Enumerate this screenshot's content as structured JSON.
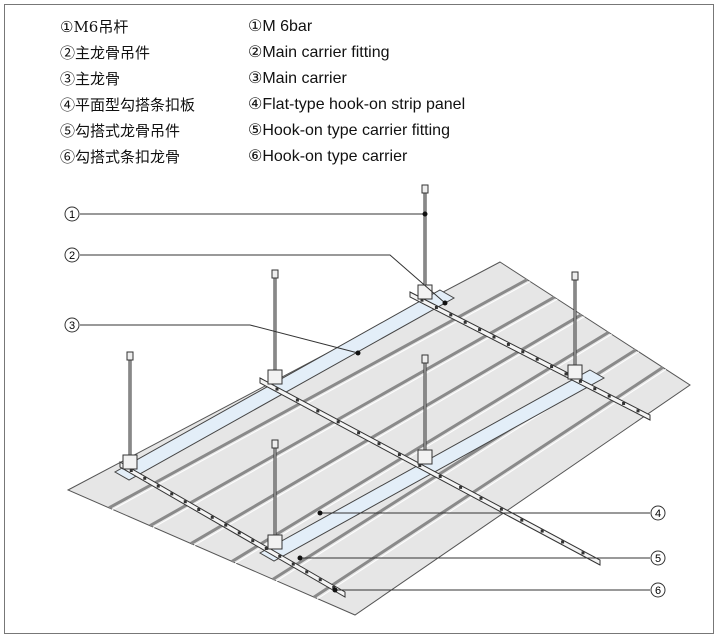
{
  "legend_zh": [
    "①M6吊杆",
    "②主龙骨吊件",
    "③主龙骨",
    "④平面型勾搭条扣板",
    "⑤勾搭式龙骨吊件",
    "⑥勾搭式条扣龙骨"
  ],
  "legend_en": [
    "①M 6bar",
    "②Main carrier fitting",
    "③Main carrier",
    "④Flat-type hook-on strip panel",
    "⑤Hook-on type carrier fitting",
    "⑥Hook-on type carrier"
  ],
  "callouts": [
    "1",
    "2",
    "3",
    "4",
    "5",
    "6"
  ],
  "colors": {
    "panel": "#e6e6e6",
    "strip_line": "#8a8a8a",
    "carrier": "#e3eef8",
    "line": "#333333"
  }
}
